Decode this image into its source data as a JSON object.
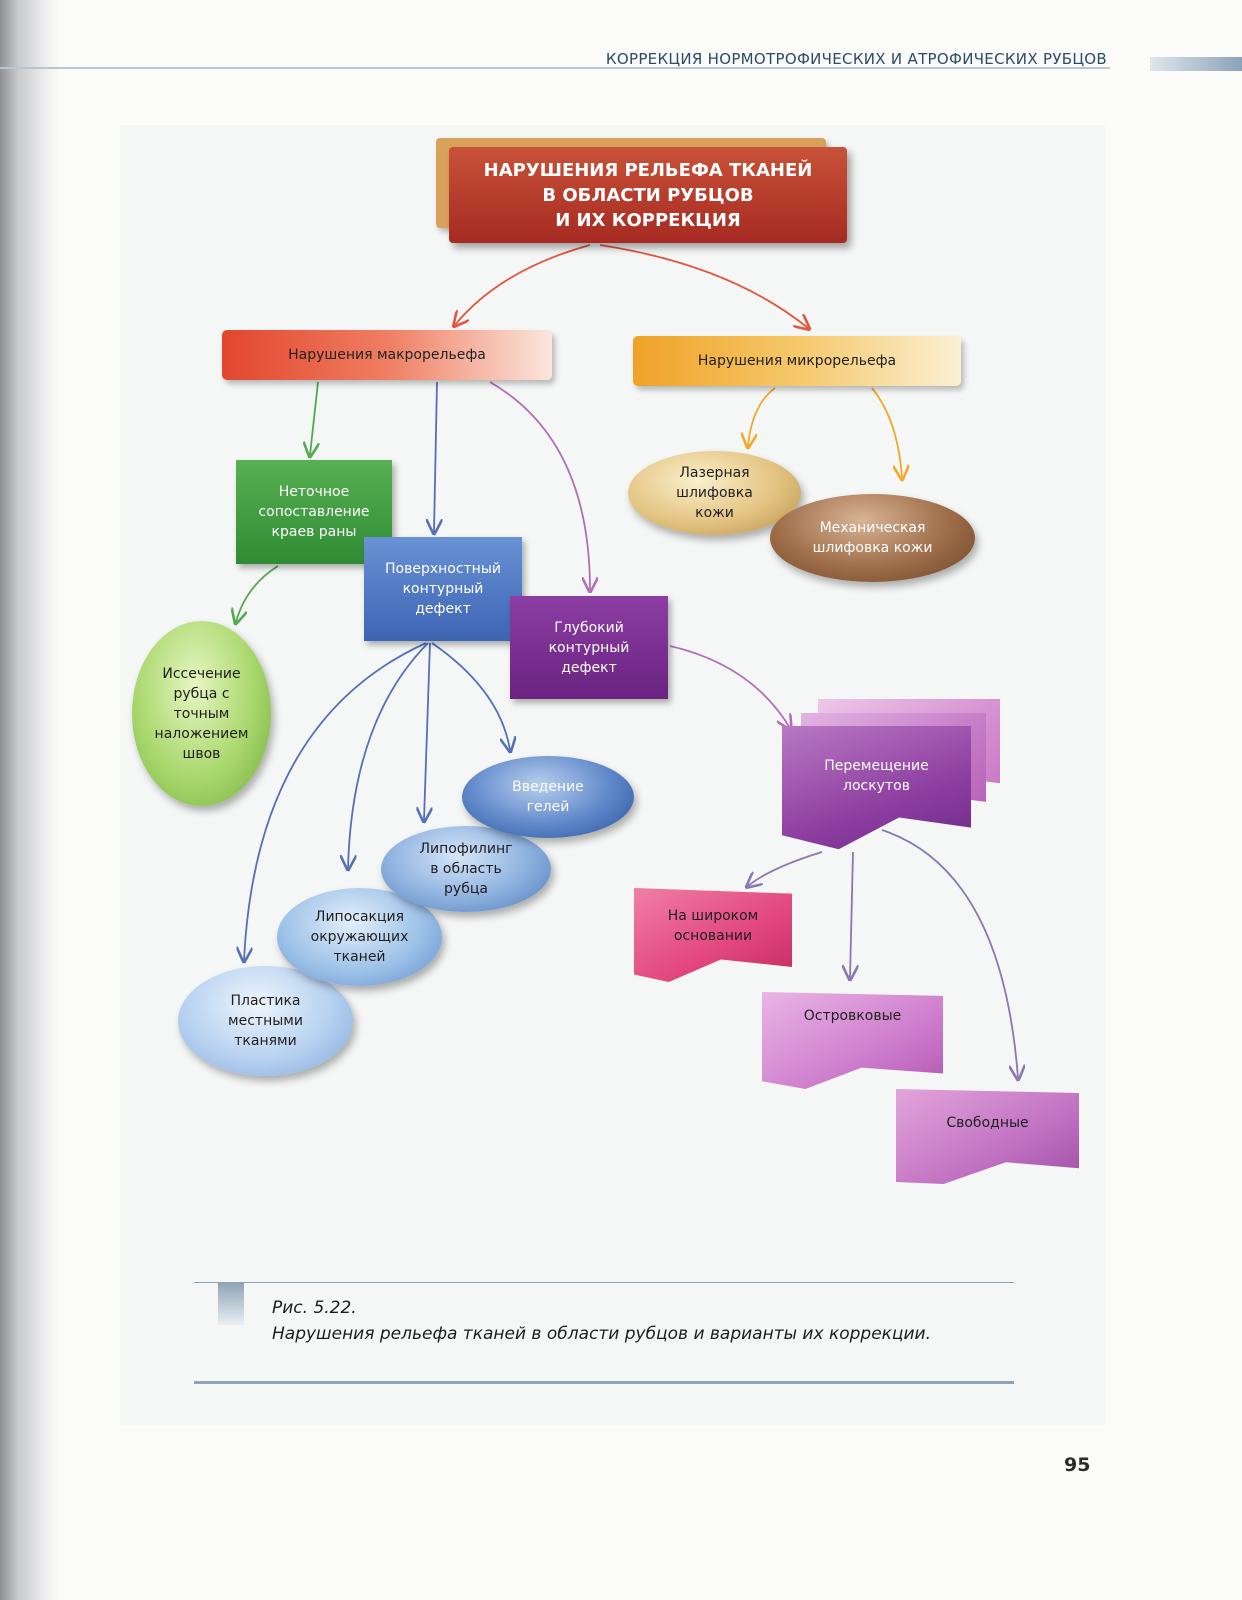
{
  "header": {
    "title": "КОРРЕКЦИЯ НОРМОТРОФИЧЕСКИХ И АТРОФИЧЕСКИХ РУБЦОВ"
  },
  "diagram": {
    "title": "НАРУШЕНИЯ РЕЛЬЕФА ТКАНЕЙ\nВ ОБЛАСТИ РУБЦОВ\nИ ИХ КОРРЕКЦИЯ",
    "macro": "Нарушения макрорельефа",
    "micro": "Нарушения микрорельефа",
    "inexact": "Неточное\nсопоставление\nкраев раны",
    "surface_defect": "Поверхностный\nконтурный\nдефект",
    "deep_defect": "Глубокий\nконтурный\nдефект",
    "laser": "Лазерная\nшлифовка\nкожи",
    "mechanical": "Механическая\nшлифовка кожи",
    "excision": "Иссечение\nрубца с\nточным\nналожением\nшвов",
    "gels": "Введение\nгелей",
    "lipofilling": "Липофилинг\nв область\nрубца",
    "liposuction": "Липосакция\nокружающих\nтканей",
    "plastic": "Пластика\nместными\nтканями",
    "flaps": "Перемещение\nлоскутов",
    "wide_base": "На широком\nосновании",
    "island": "Островковые",
    "free": "Свободные"
  },
  "colors": {
    "arrow_red": "#e2553f",
    "arrow_green": "#54a94f",
    "arrow_blue": "#5470b8",
    "arrow_purple": "#b070b5",
    "arrow_orange": "#f0a92b",
    "arrow_violet": "#8a77b4"
  },
  "caption": {
    "number": "Рис. 5.22.",
    "text": "Нарушения рельефа тканей в области рубцов и варианты их коррекции."
  },
  "page_number": "95"
}
